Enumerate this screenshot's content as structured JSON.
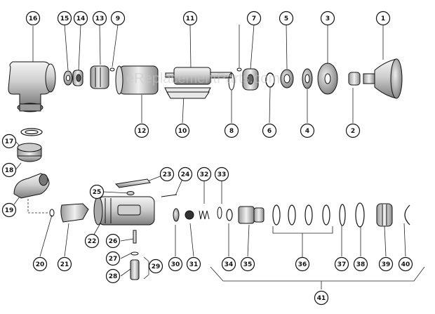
{
  "watermark": "eReplacementParts.com",
  "callouts": [
    "1",
    "2",
    "3",
    "4",
    "5",
    "6",
    "7",
    "8",
    "9",
    "10",
    "11",
    "12",
    "13",
    "14",
    "15",
    "16",
    "17",
    "18",
    "19",
    "20",
    "21",
    "22",
    "23",
    "24",
    "25",
    "26",
    "27",
    "28",
    "29",
    "30",
    "31",
    "32",
    "33",
    "34",
    "35",
    "36",
    "37",
    "38",
    "39",
    "40",
    "41"
  ]
}
